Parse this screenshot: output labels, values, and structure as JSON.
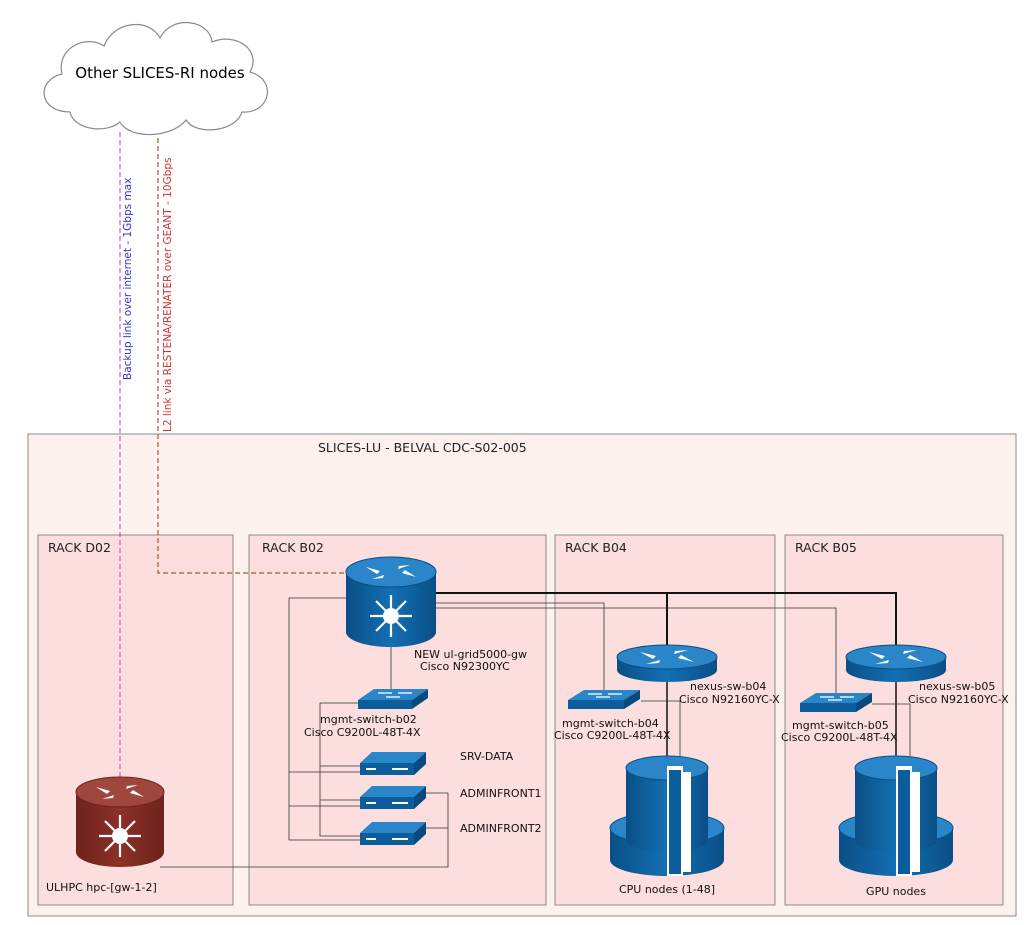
{
  "cloud": {
    "label": "Other SLICES-RI nodes"
  },
  "links": {
    "backup": {
      "label": "Backup link over internet - 1Gbps max",
      "color": "#cc33cc",
      "text_color": "#3333cc"
    },
    "l2": {
      "label": "L2 link via RESTENA/RENATER over GEANT - 10Gbps",
      "color": "#b0552a",
      "text_color": "#cc3333"
    }
  },
  "site": {
    "title": "SLICES-LU - BELVAL CDC-S02-005",
    "bg": "#fdf1ee"
  },
  "racks": {
    "d02": {
      "title": "RACK D02"
    },
    "b02": {
      "title": "RACK B02"
    },
    "b04": {
      "title": "RACK B04"
    },
    "b05": {
      "title": "RACK B05"
    },
    "bg": "#fbdedd"
  },
  "devices": {
    "hpc_gw": {
      "line1": "ULHPC hpc-[gw-1-2]"
    },
    "grid_gw": {
      "line1": "NEW ul-grid5000-gw",
      "line2": "Cisco N92300YC"
    },
    "mgmt_b02": {
      "line1": "mgmt-switch-b02",
      "line2": "Cisco C9200L-48T-4X"
    },
    "srv_data": {
      "line1": "SRV-DATA"
    },
    "adminfront1": {
      "line1": "ADMINFRONT1"
    },
    "adminfront2": {
      "line1": "ADMINFRONT2"
    },
    "nexus_b04": {
      "line1": "nexus-sw-b04",
      "line2": "Cisco N92160YC-X"
    },
    "mgmt_b04": {
      "line1": "mgmt-switch-b04",
      "line2": "Cisco C9200L-48T-4X"
    },
    "cpu_nodes": {
      "line1": "CPU nodes (1-48]"
    },
    "nexus_b05": {
      "line1": "nexus-sw-b05",
      "line2": "Cisco N92160YC-X"
    },
    "mgmt_b05": {
      "line1": "mgmt-switch-b05",
      "line2": "Cisco C9200L-48T-4X"
    },
    "gpu_nodes": {
      "line1": "GPU nodes"
    }
  },
  "colors": {
    "cisco_blue": "#0b5d9c",
    "router_red": "#7f2a22",
    "link_dark": "#111111"
  },
  "icons": {
    "router": "router-icon",
    "switch": "switch-icon",
    "server": "server-icon",
    "cluster": "cluster-icon",
    "cloud": "cloud-icon"
  }
}
